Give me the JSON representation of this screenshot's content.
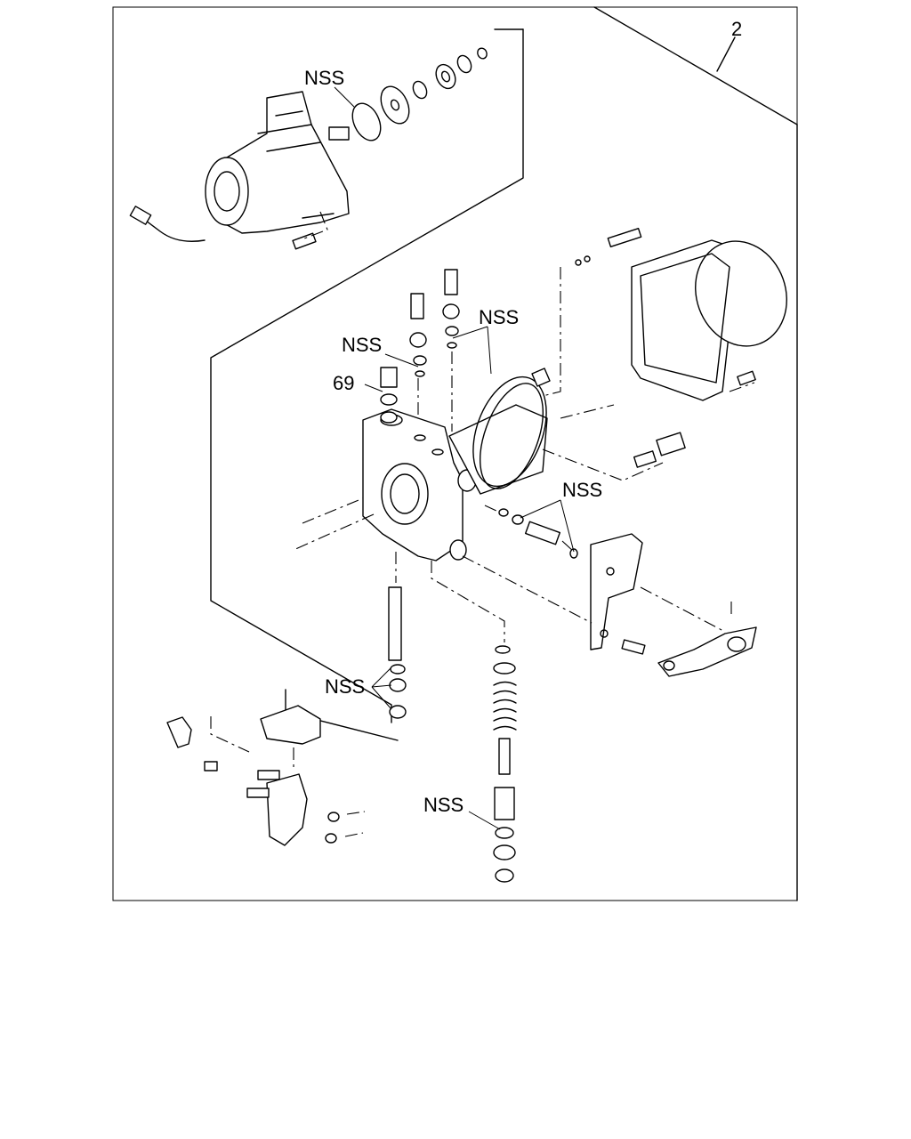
{
  "labels": {
    "kit_number": "2",
    "nss_gasket": "NSS",
    "nss_top_left": "NSS",
    "nss_top_right": "NSS",
    "item_69": "69",
    "nss_right": "NSS",
    "nss_bottom_left": "NSS",
    "nss_bottom": "NSS"
  }
}
